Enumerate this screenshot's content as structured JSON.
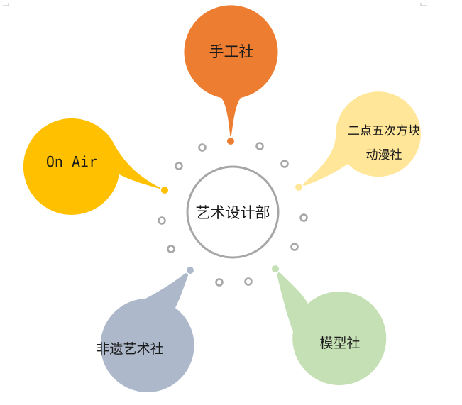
{
  "center": {
    "label": "艺术设计部",
    "stroke": "#a6a6a6"
  },
  "dot_color": "#a6a6a6",
  "nodes": [
    {
      "id": "shougong",
      "lines": [
        "手工社"
      ],
      "color": "#ED7D31"
    },
    {
      "id": "dongman",
      "lines": [
        "二点五次方块",
        "动漫社"
      ],
      "color": "#FFE699"
    },
    {
      "id": "moxing",
      "lines": [
        "模型社"
      ],
      "color": "#C5E0B4"
    },
    {
      "id": "feiyi",
      "lines": [
        "非遗艺术社"
      ],
      "color": "#ADB9CA"
    },
    {
      "id": "onair",
      "lines": [
        "On Air"
      ],
      "color": "#FFC000"
    }
  ]
}
